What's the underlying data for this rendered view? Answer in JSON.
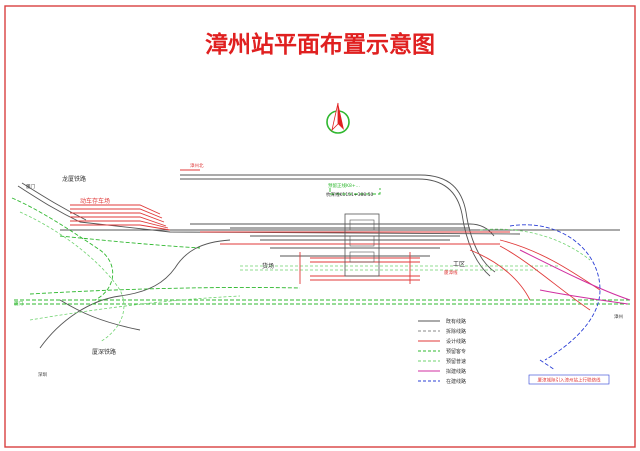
{
  "title": "漳州站平面布置示意图",
  "labels": {
    "longxia": "龙厦铁路",
    "emu_yard": "动车存车场",
    "zhangzhou_north": "漳州北",
    "xiamen_left_1": "厦门",
    "xiamen_left_2": "厦门",
    "shenzhen_left": "深圳",
    "xiashen": "厦深铁路",
    "huochang": "货场",
    "gongqu": "工区",
    "xiazhang_line": "厦漳线",
    "design_center": "预留正线K8+...",
    "station_center": "杭深线K1151+388.50",
    "right_north": "漳州",
    "right_bottom_box": "厦漳城际引入漳州站上行联络线"
  },
  "legend": [
    {
      "text": "既有线路",
      "color": "#555555",
      "style": "solid"
    },
    {
      "text": "拆除线路",
      "color": "#8a8a8a",
      "style": "dash"
    },
    {
      "text": "设计线路",
      "color": "#e03a3a",
      "style": "solid"
    },
    {
      "text": "预留客专",
      "color": "#2fb82f",
      "style": "dash"
    },
    {
      "text": "预留普速",
      "color": "#6fd36f",
      "style": "dash"
    },
    {
      "text": "拟建线路",
      "color": "#d02fa0",
      "style": "solid"
    },
    {
      "text": "在建线路",
      "color": "#2b3fd6",
      "style": "dash"
    }
  ],
  "colors": {
    "frame": "#d94040",
    "title": "#e02020",
    "existing": "#555555",
    "design": "#e03a3a",
    "reserve_hs": "#2fb82f",
    "reserve_normal": "#6fd36f",
    "planned": "#d02fa0",
    "construct": "#2b3fd6",
    "compass_ring": "#2fb82f",
    "compass_needle": "#e02020"
  },
  "icons": {
    "compass": "north-arrow-icon"
  }
}
